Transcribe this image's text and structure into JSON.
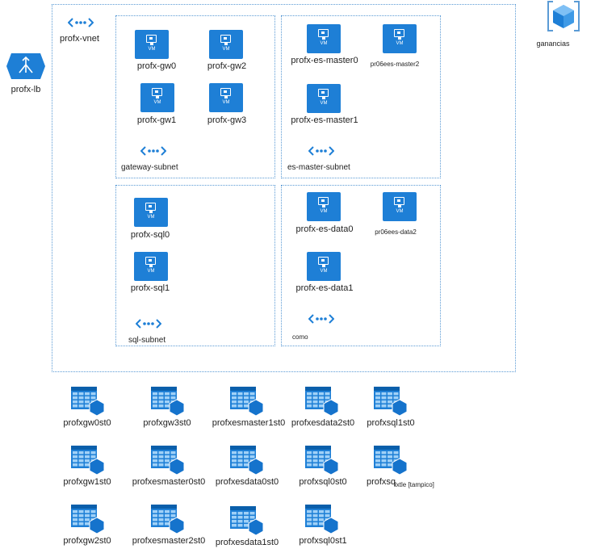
{
  "colors": {
    "accent": "#1e7fd6",
    "border": "#5b9bd5"
  },
  "load_balancer": {
    "label": "profx-lb",
    "icon": "load-balancer-icon"
  },
  "resource_group": {
    "label": "ganancias",
    "icon": "resource-group-icon"
  },
  "vnet": {
    "label": "profx-vnet",
    "icon": "vnet-icon"
  },
  "vm_badge": "VM",
  "subnets": [
    {
      "name": "gateway-subnet",
      "vms": [
        "profx-gw0",
        "profx-gw2",
        "profx-gw1",
        "profx-gw3"
      ]
    },
    {
      "name": "es-master-subnet",
      "vms": [
        "profx-es-master0",
        "pr06ees-master2",
        "profx-es-master1"
      ]
    },
    {
      "name": "sql-subnet",
      "vms": [
        "profx-sql0",
        "profx-sql1"
      ]
    },
    {
      "name": "como",
      "vms": [
        "profx-es-data0",
        "pr06ees-data2",
        "profx-es-data1"
      ]
    }
  ],
  "storage_accounts": [
    [
      "profxgw0st0",
      "profxgw3st0",
      "profxesmaster1st0",
      "profxesdata2st0",
      "profxsql1st0"
    ],
    [
      "profxgw1st0",
      "profxesmaster0st0",
      "profxesdata0st0",
      "profxsql0st0",
      "profxsq"
    ],
    [
      "profxgw2st0",
      "profxesmaster2st0",
      "profxesdata1st0",
      "profxsql0st1"
    ]
  ],
  "storage_extra_label": "lxtle [tampico]"
}
